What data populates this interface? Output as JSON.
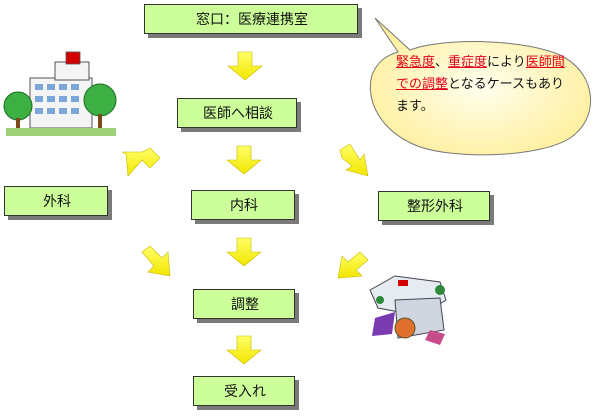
{
  "boxes": {
    "window": "窓口：医療連携室",
    "consult": "医師へ相談",
    "geka": "外科",
    "naika": "内科",
    "seikei": "整形外科",
    "chosei": "調整",
    "ukeire": "受入れ"
  },
  "bubble": {
    "part1": "緊急度",
    "sep1": "、",
    "part2": "重症度",
    "part3": "により",
    "part4": "医師間での調整",
    "part5": "となるケースもあります。"
  },
  "colors": {
    "box_fill": "#ccff99",
    "arrow_fill": "#ffff33",
    "bubble_fill": "#ffffcc",
    "highlight_red": "#e4001b"
  },
  "icons": [
    "hospital-building-icon",
    "ambulance-icon"
  ]
}
